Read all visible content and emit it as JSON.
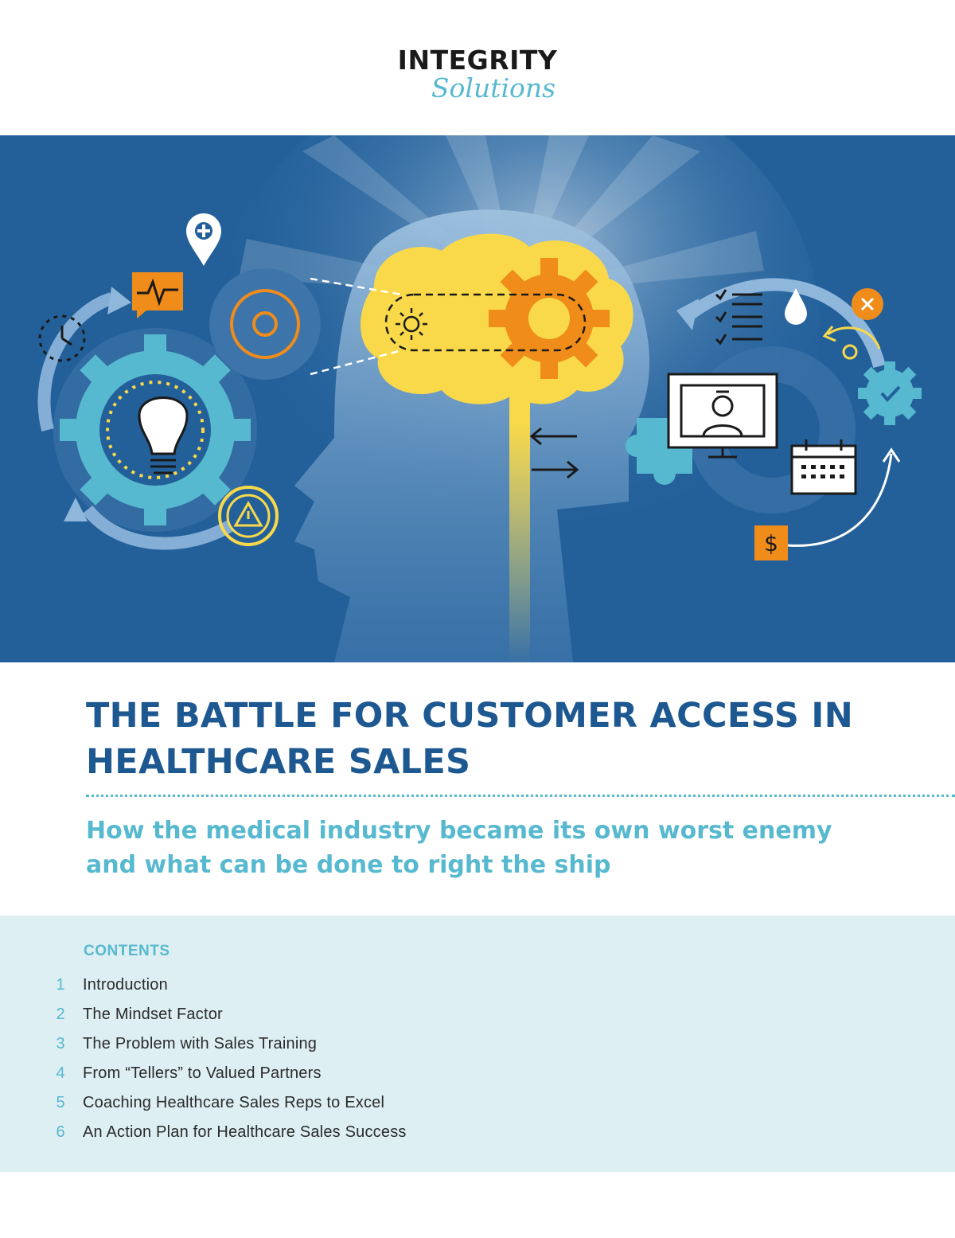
{
  "logo": {
    "word": "INTEGRITY",
    "script": "Solutions"
  },
  "hero": {
    "background": "#23609a",
    "icons": [
      "head-silhouette-icon",
      "brain-icon",
      "gear-icon",
      "lightbulb-icon",
      "clock-icon",
      "location-pin-icon",
      "heartbeat-chat-icon",
      "warning-icon",
      "swap-arrows-icon",
      "puzzle-piece-icon",
      "doctor-monitor-icon",
      "checklist-icon",
      "water-drop-icon",
      "close-icon",
      "undo-arrow-icon",
      "check-gear-icon",
      "calendar-icon",
      "dollar-document-icon"
    ]
  },
  "title": "THE BATTLE FOR CUSTOMER ACCESS IN HEALTHCARE SALES",
  "subtitle": "How the medical industry became its own worst enemy and what can be done to right the ship",
  "contents": {
    "heading": "CONTENTS",
    "items": [
      {
        "num": "1",
        "label": "Introduction"
      },
      {
        "num": "2",
        "label": "The Mindset Factor"
      },
      {
        "num": "3",
        "label": "The Problem with Sales Training"
      },
      {
        "num": "4",
        "label": "From “Tellers” to Valued Partners"
      },
      {
        "num": "5",
        "label": "Coaching Healthcare Sales Reps to Excel"
      },
      {
        "num": "6",
        "label": "An Action Plan for Healthcare Sales Success"
      }
    ]
  },
  "colors": {
    "navy": "#1e5891",
    "teal": "#57b9cf",
    "contents_bg": "#ddeff3",
    "accent_yellow": "#f9d94a",
    "accent_orange": "#f08c1a"
  }
}
